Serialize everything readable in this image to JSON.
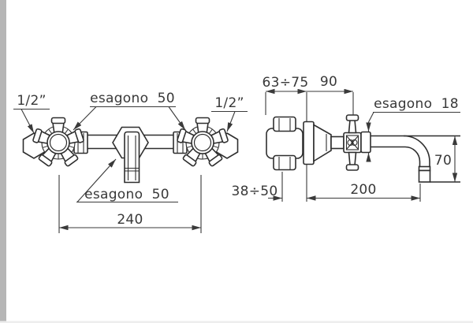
{
  "colors": {
    "background": "#ffffff",
    "left_strip": "#b6b6b6",
    "object_line": "#2e2e2e",
    "dimension_line": "#3a3a3a",
    "text": "#383838"
  },
  "front_view": {
    "labels": {
      "thread_left": "1/2”",
      "thread_right": "1/2”",
      "hex_top": "esagono  50",
      "hex_spout": "esagono  50"
    },
    "dimensions": {
      "overall_width": "240"
    }
  },
  "side_view": {
    "labels": {
      "spout_hex": "esagono  18"
    },
    "dimensions": {
      "wall_depth_range": "63÷75",
      "handle_projection": "90",
      "spout_drop": "70",
      "wall_clearance_range": "38÷50",
      "spout_reach": "200"
    }
  }
}
